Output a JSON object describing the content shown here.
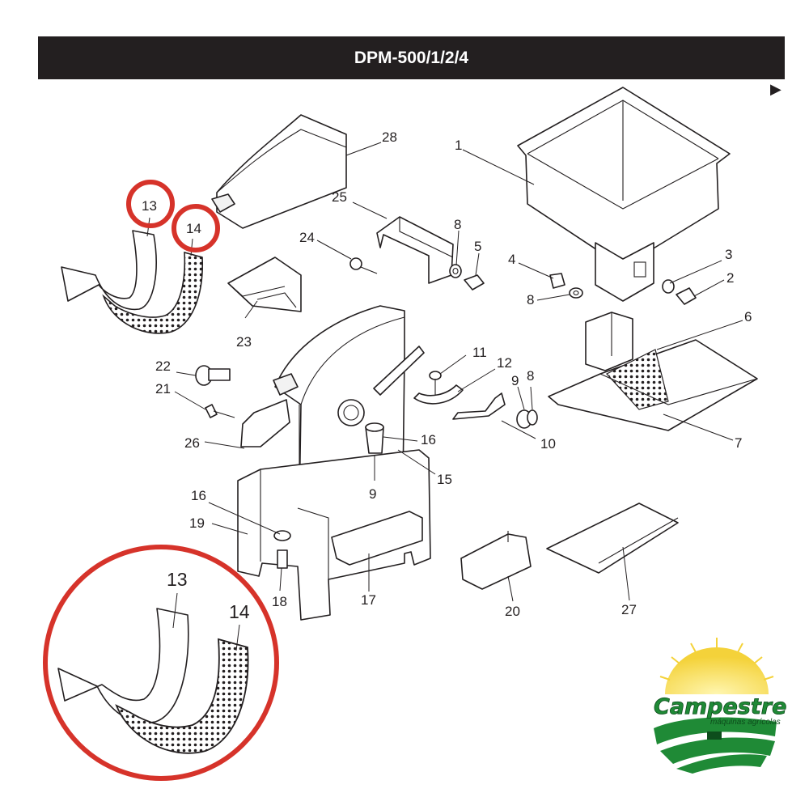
{
  "header": {
    "title": "DPM-500/1/2/4"
  },
  "callouts": [
    "1",
    "2",
    "3",
    "4",
    "5",
    "6",
    "7",
    "8",
    "8",
    "8",
    "9",
    "9",
    "10",
    "11",
    "12",
    "13",
    "14",
    "15",
    "16",
    "16",
    "17",
    "18",
    "19",
    "20",
    "21",
    "22",
    "23",
    "24",
    "25",
    "26",
    "27",
    "28"
  ],
  "zoom_inset": {
    "labels": [
      "13",
      "14"
    ]
  },
  "logo": {
    "name": "Campestre",
    "tagline": "máquinas agrícolas"
  },
  "colors": {
    "highlight": "#d6332a",
    "header_bg": "#231f20",
    "logo_green": "#1f8a36",
    "logo_sun": "#f4d23a"
  }
}
